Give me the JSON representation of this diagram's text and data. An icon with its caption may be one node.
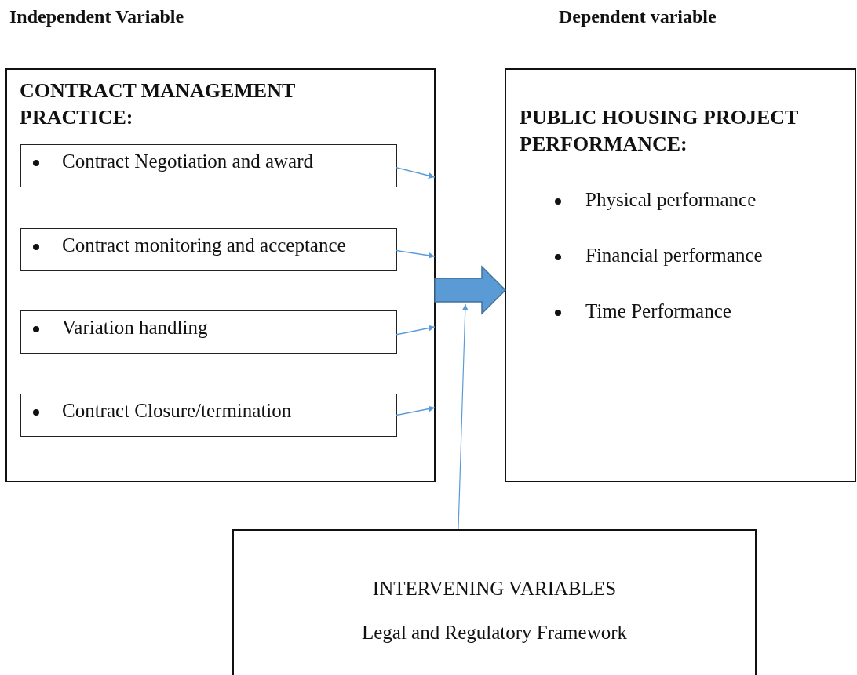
{
  "diagram": {
    "nodes": [
      {
        "text": [
          "CONTRACT MANAGEMENT PRACTICE:"
        ]
      },
      {
        "text": [
          "Contract Negotiation and award"
        ],
        "in": 0
      },
      {
        "text": [
          "Contract monitoring and acceptance"
        ],
        "in": 0
      },
      {
        "text": [
          "Variation handling"
        ],
        "in": 0
      },
      {
        "text": [
          "Contract Closure/termination"
        ],
        "in": 0
      },
      {
        "text": [
          "PUBLIC HOUSING PROJECT PERFORMANCE:",
          "Physical performance",
          "Financial performance",
          "Time Performance"
        ]
      },
      {
        "text": [
          "INTERVENING VARIABLES",
          "Legal and Regulatory Framework"
        ]
      }
    ],
    "edges": [
      {
        "from": 1,
        "to": 0,
        "arrow": "to"
      },
      {
        "from": 2,
        "to": 0,
        "arrow": "to"
      },
      {
        "from": 3,
        "to": 0,
        "arrow": "to"
      },
      {
        "from": 4,
        "to": 0,
        "arrow": "to"
      },
      {
        "from": 0,
        "to": 5,
        "arrow": "to",
        "style": "thick"
      },
      {
        "from": 6,
        "to": null,
        "arrow": "to"
      }
    ],
    "labels": [
      "Independent Variable",
      "Dependent variable"
    ]
  }
}
